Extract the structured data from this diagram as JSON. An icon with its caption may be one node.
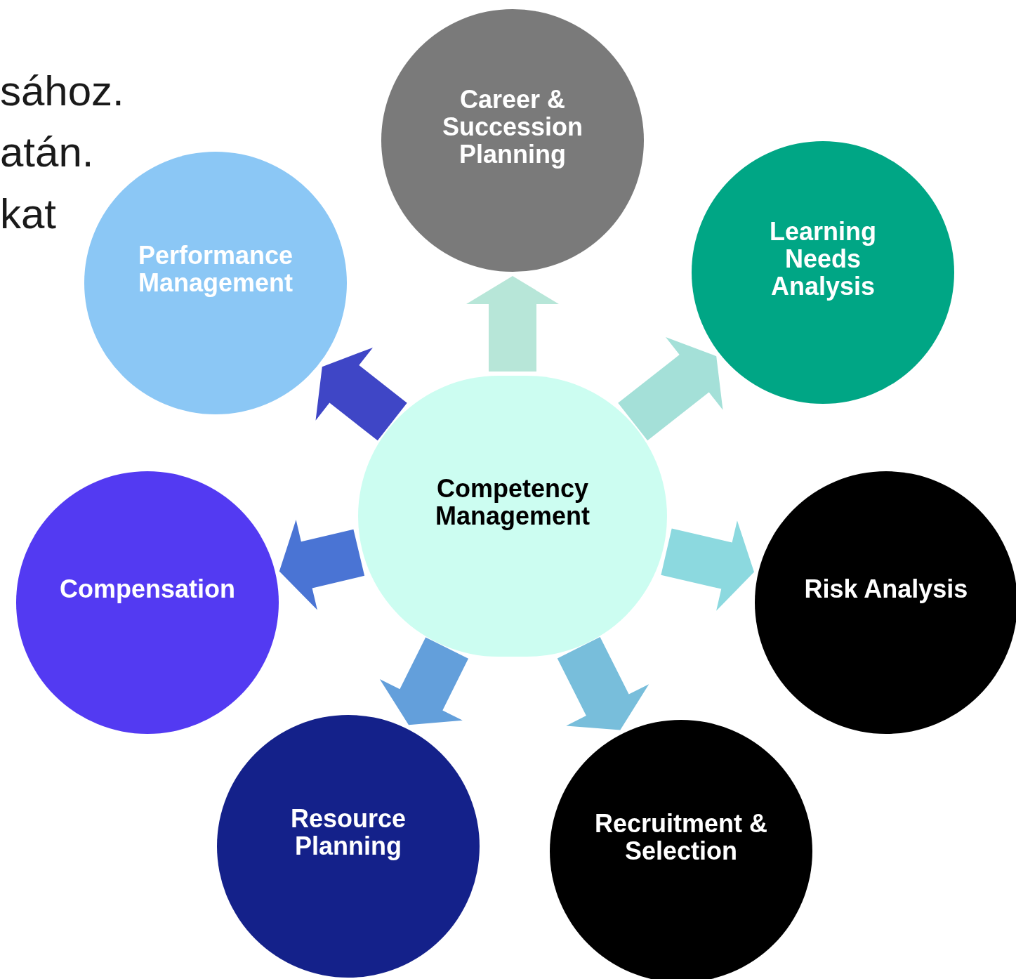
{
  "diagram": {
    "nodes": [
      {
        "text": [
          "Competency Management"
        ]
      },
      {
        "text": [
          "Career & Succession Planning"
        ]
      },
      {
        "text": [
          "Learning Needs Analysis"
        ]
      },
      {
        "text": [
          "Risk Analysis"
        ]
      },
      {
        "text": [
          "Recruitment & Selection"
        ]
      },
      {
        "text": [
          "Resource Planning"
        ]
      },
      {
        "text": [
          "Compensation"
        ]
      },
      {
        "text": [
          "Performance Management"
        ]
      }
    ],
    "edges": [
      {
        "from": 0,
        "to": 1,
        "arrow": "to",
        "color": "#b7e6d8"
      },
      {
        "from": 0,
        "to": 2,
        "arrow": "to",
        "color": "#a4e0d8"
      },
      {
        "from": 0,
        "to": 3,
        "arrow": "to",
        "color": "#8cd9df"
      },
      {
        "from": 0,
        "to": 4,
        "arrow": "to",
        "color": "#78bedb"
      },
      {
        "from": 0,
        "to": 5,
        "arrow": "to",
        "color": "#639fdb"
      },
      {
        "from": 0,
        "to": 6,
        "arrow": "to",
        "color": "#4a74d4"
      },
      {
        "from": 0,
        "to": 7,
        "arrow": "to",
        "color": "#3f46c6"
      }
    ],
    "labels": [
      "sához.",
      "atán.",
      "kat"
    ]
  }
}
